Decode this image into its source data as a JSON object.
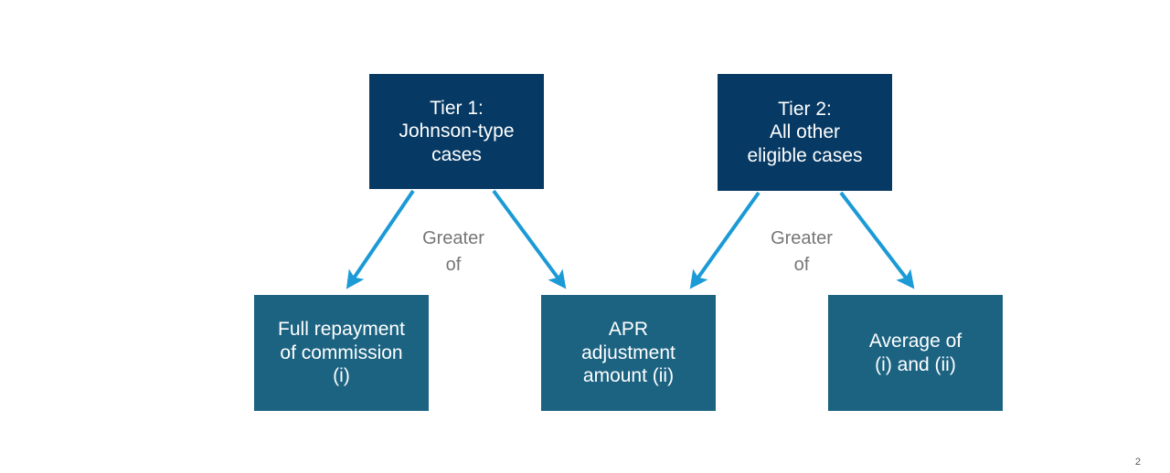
{
  "slide": {
    "page_number": "2",
    "background_color": "#ffffff"
  },
  "colors": {
    "tier_box": "#063963",
    "outcome_box": "#1c6382",
    "arrow": "#1b9ad6",
    "edge_label_text": "#767676",
    "box_text": "#ffffff"
  },
  "diagram": {
    "tiers": [
      {
        "id": "tier1",
        "label": "Tier 1:\nJohnson-type\ncases"
      },
      {
        "id": "tier2",
        "label": "Tier 2:\nAll other\neligible cases"
      }
    ],
    "outcomes": [
      {
        "id": "full-repayment",
        "label": "Full repayment\nof commission\n(i)"
      },
      {
        "id": "apr-adjustment",
        "label": "APR\nadjustment\namount (ii)"
      },
      {
        "id": "average",
        "label": "Average of\n(i) and (ii)"
      }
    ],
    "edge_labels": [
      {
        "id": "tier1-greater-of",
        "label": "Greater\nof"
      },
      {
        "id": "tier2-greater-of",
        "label": "Greater\nof"
      }
    ],
    "arrows": [
      {
        "id": "tier1-to-full-repayment",
        "from": "tier1",
        "to": "full-repayment"
      },
      {
        "id": "tier1-to-apr-adjustment",
        "from": "tier1",
        "to": "apr-adjustment"
      },
      {
        "id": "tier2-to-apr-adjustment",
        "from": "tier2",
        "to": "apr-adjustment"
      },
      {
        "id": "tier2-to-average",
        "from": "tier2",
        "to": "average"
      }
    ]
  }
}
